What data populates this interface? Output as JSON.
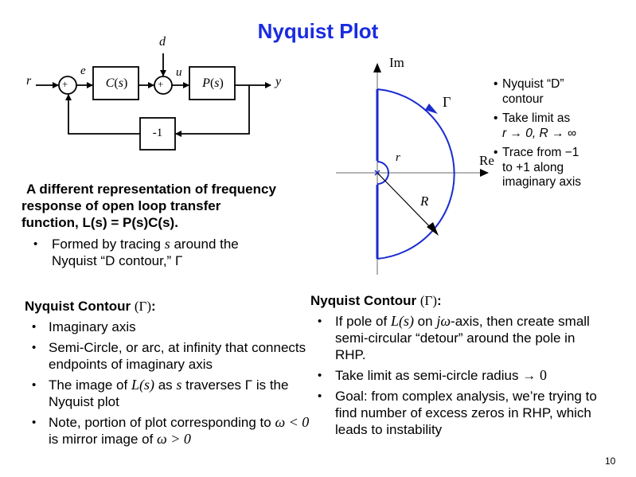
{
  "title": "Nyquist Plot",
  "colors": {
    "title": "#1a2be0",
    "contour": "#1a2bd0",
    "axis": "#888888"
  },
  "block_diagram": {
    "input_label": "r",
    "error_label": "e",
    "controller_label": "C(s)",
    "disturbance_label": "d",
    "control_label": "u",
    "plant_label": "P(s)",
    "output_label": "y",
    "feedback_gain_label": "-1",
    "summer_sign": "+"
  },
  "nyquist_diagram": {
    "im_axis_label": "Im",
    "re_axis_label": "Re",
    "contour_label": "Γ",
    "small_radius_label": "r",
    "large_radius_label": "R"
  },
  "side_notes": [
    {
      "line1": "Nyquist “D”",
      "line2": "contour"
    },
    {
      "line1": "Take limit as",
      "line2": "r → 0, R → ∞"
    },
    {
      "line1": "Trace from −1",
      "line2": "to +1 along",
      "line3": "imaginary axis"
    }
  ],
  "intro": {
    "heading_lines": [
      "A different representation of frequency",
      "response of open loop transfer",
      "function, L(s) = P(s)C(s)."
    ],
    "bullet_pre": "Formed by tracing ",
    "bullet_var": "s",
    "bullet_post": " around the",
    "bullet_line2": "Nyquist “D contour,” Γ"
  },
  "left_section": {
    "heading": "Nyquist Contour ",
    "heading_sym": "(Γ)",
    "heading_colon": ":",
    "bullets": [
      {
        "text": "Imaginary axis"
      },
      {
        "text": "Semi-Circle, or arc, at infinity that connects endpoints of imaginary axis"
      },
      {
        "pre": "The image of ",
        "math1": "L(s)",
        "mid": " as ",
        "math2": "s",
        "post": " traverses Γ is the Nyquist plot"
      },
      {
        "pre": "Note, portion of plot corresponding to ",
        "math1": "ω < 0",
        "mid": " is mirror image of ",
        "math2": "ω > 0"
      }
    ]
  },
  "right_section": {
    "heading": "Nyquist Contour ",
    "heading_sym": "(Γ)",
    "heading_colon": ":",
    "bullets": [
      {
        "pre": "If pole of ",
        "math1": "L(s)",
        "mid": " on ",
        "math2": "jω",
        "post": "-axis, then create small semi-circular “detour” around the pole in RHP."
      },
      {
        "pre": "Take limit as semi-circle radius → ",
        "math1": "0"
      },
      {
        "text": "Goal: from complex analysis, we’re trying to find number of excess zeros in RHP, which leads to instability"
      }
    ]
  },
  "page_number": "10"
}
